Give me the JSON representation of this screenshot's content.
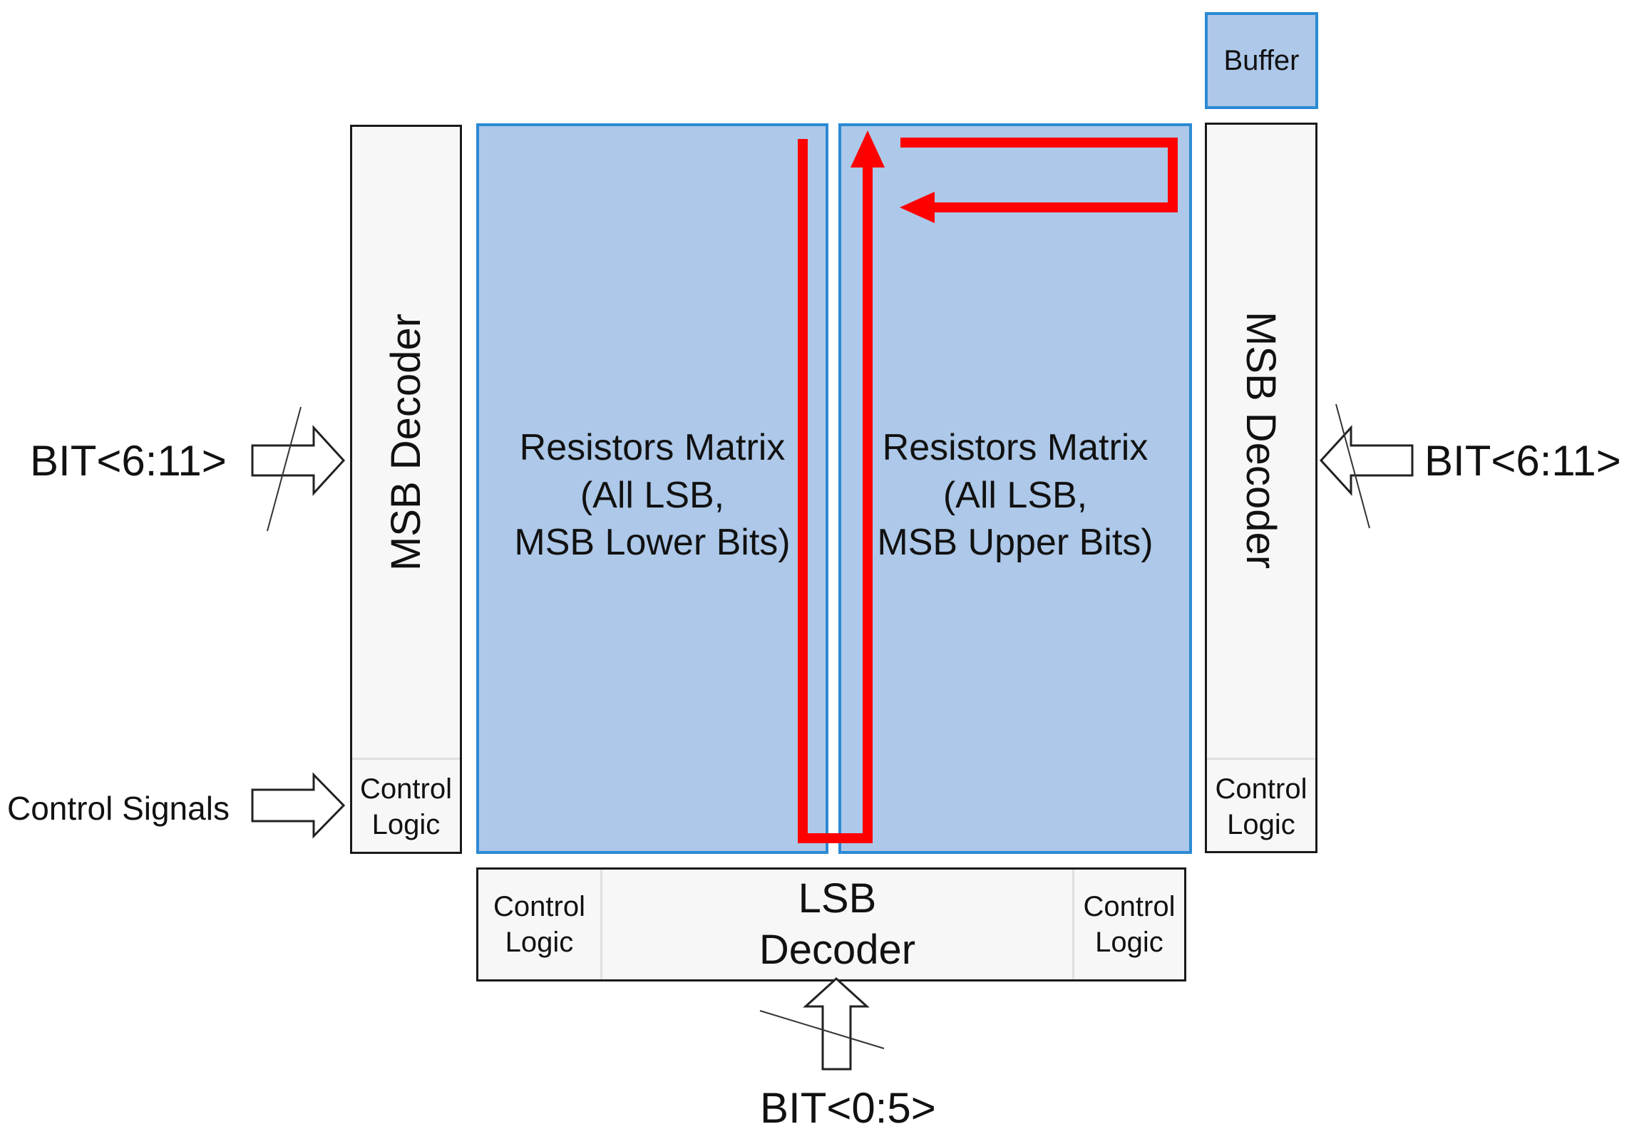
{
  "diagram": {
    "left_decoder": {
      "label": "MSB Decoder",
      "control": "Control\nLogic"
    },
    "right_decoder": {
      "label": "MSB Decoder",
      "control": "Control\nLogic"
    },
    "buffer": "Buffer",
    "matrix_lower": "Resistors Matrix\n(All LSB,\nMSB Lower Bits)",
    "matrix_upper": "Resistors Matrix\n(All LSB,\nMSB Upper Bits)",
    "lsb_decoder": {
      "label": "LSB\nDecoder",
      "control_left": "Control\nLogic",
      "control_right": "Control\nLogic"
    },
    "inputs": {
      "left_bits": "BIT<6:11>",
      "right_bits": "BIT<6:11>",
      "control_signals": "Control Signals",
      "bottom_bits": "BIT<0:5>"
    },
    "colors": {
      "matrix_fill": "#adc8e8",
      "matrix_border": "#2b8ad4",
      "signal_path": "#ff0000"
    }
  }
}
